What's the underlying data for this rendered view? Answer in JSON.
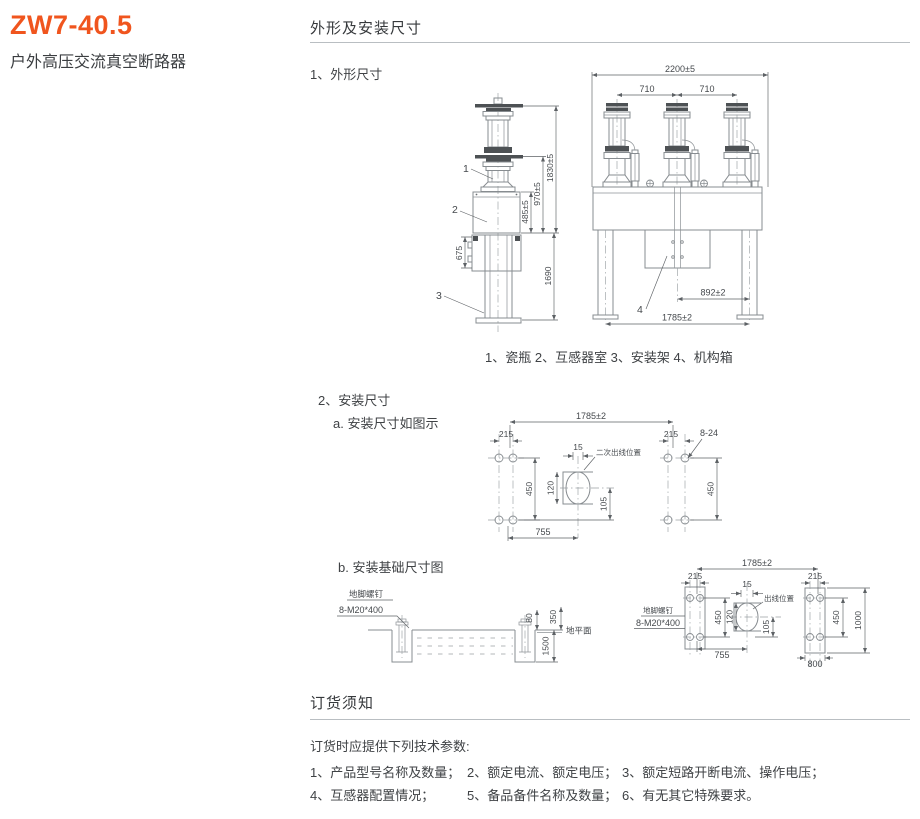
{
  "header": {
    "model": "ZW7-40.5",
    "subtitle": "户外高压交流真空断路器"
  },
  "outline_section": {
    "title": "外形及安装尺寸",
    "item1_label": "1、外形尺寸",
    "parts_caption": "1、瓷瓶 2、互感器室 3、安装架 4、机构箱",
    "item2_label": "2、安装尺寸",
    "item2a_label": "a. 安装尺寸如图示",
    "item2b_label": "b. 安装基础尺寸图"
  },
  "side_view": {
    "part1": "1",
    "part2": "2",
    "part3": "3",
    "dim_675": "675",
    "dim_485": "485±5",
    "dim_970": "970±5",
    "dim_1830": "1830±5",
    "dim_1690": "1690"
  },
  "front_view": {
    "part4": "4",
    "dim_2200": "2200±5",
    "dim_710_left": "710",
    "dim_710_right": "710",
    "dim_892": "892±2",
    "dim_1785": "1785±2"
  },
  "mount_plan": {
    "dim_1785": "1785±2",
    "dim_215_left": "215",
    "dim_215_right": "215",
    "bolt_note": "8-24",
    "dim_15": "15",
    "dim_120": "120",
    "dim_105": "105",
    "dim_450_left": "450",
    "dim_450_right": "450",
    "dim_755": "755",
    "outlet_note": "二次出线位置"
  },
  "foundation_side": {
    "anchor_label": "地脚螺钉",
    "anchor_spec": "8-M20*400",
    "dim_80": "80",
    "dim_350": "350",
    "dim_1500": "1500",
    "ground_label": "地平面"
  },
  "foundation_plan": {
    "anchor_label": "地脚螺钉",
    "anchor_spec": "8-M20*400",
    "dim_1785": "1785±2",
    "dim_215_left": "215",
    "dim_215_right": "215",
    "dim_15": "15",
    "dim_120": "120",
    "dim_105": "105",
    "dim_450_left": "450",
    "dim_450_right": "450",
    "dim_755": "755",
    "dim_800": "800",
    "dim_1000": "1000",
    "outlet_note": "出线位置"
  },
  "order_section": {
    "title": "订货须知",
    "intro": "订货时应提供下列技术参数:",
    "items": [
      "1、产品型号名称及数量；",
      "2、额定电流、额定电压；",
      "3、额定短路开断电流、操作电压；",
      "4、互感器配置情况；",
      "5、备品备件名称及数量；",
      "6、有无其它特殊要求。"
    ]
  },
  "colors": {
    "accent": "#f0551e",
    "rule": "#b9bec2",
    "drawing": "#878c90",
    "dim": "#5d6165"
  }
}
